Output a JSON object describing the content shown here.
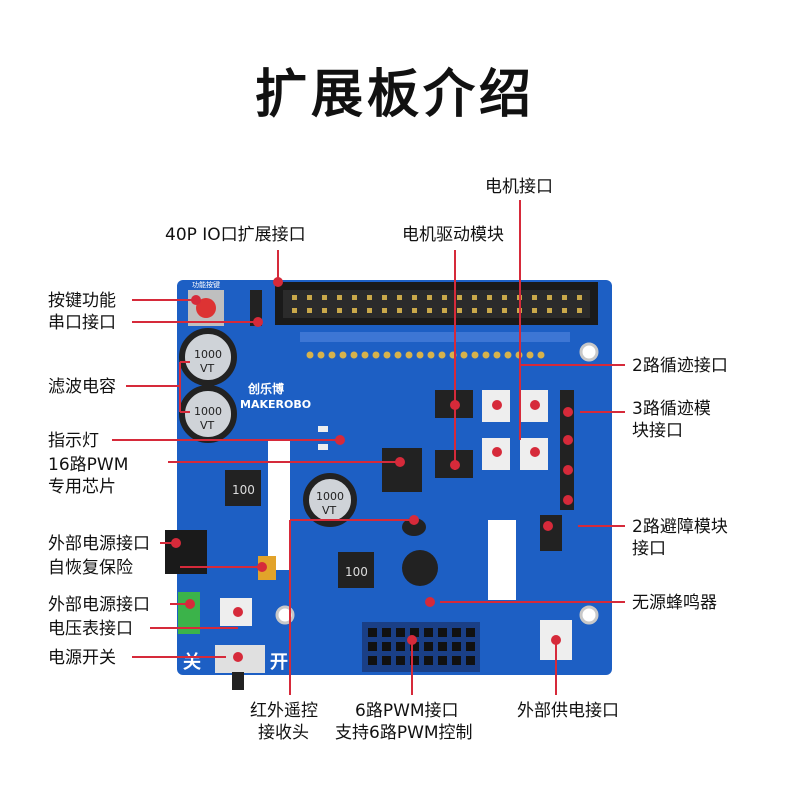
{
  "title": "扩展板介绍",
  "colors": {
    "board": "#1d5fc4",
    "header": "#1a1a1a",
    "pointer": "#d62a3a"
  },
  "board_texts": {
    "button_label": "功能按键",
    "cap_text": "1000",
    "cap_unit": "VT",
    "brand_cn": "创乐博",
    "brand_en": "MAKEROBO",
    "inductor": "100",
    "switch_on": "开",
    "switch_off": "关"
  },
  "labels": {
    "motor_port": "电机接口",
    "io_expand": "40P IO口扩展接口",
    "motor_driver": "电机驱动模块",
    "button_func": "按键功能",
    "serial": "串口接口",
    "filter_cap": "滤波电容",
    "indicator": "指示灯",
    "pwm16_line1": "16路PWM",
    "pwm16_line2": "专用芯片",
    "ext_power": "外部电源接口",
    "fuse": "自恢复保险",
    "ext_power2": "外部电源接口",
    "voltmeter": "电压表接口",
    "power_switch": "电源开关",
    "track2": "2路循迹接口",
    "track3_line1": "3路循迹模",
    "track3_line2": "块接口",
    "avoid2_line1": "2路避障模块",
    "avoid2_line2": "接口",
    "buzzer": "无源蜂鸣器",
    "ir_line1": "红外遥控",
    "ir_line2": "接收头",
    "pwm6_line1": "6路PWM接口",
    "pwm6_line2": "支持6路PWM控制",
    "ext_supply": "外部供电接口"
  }
}
